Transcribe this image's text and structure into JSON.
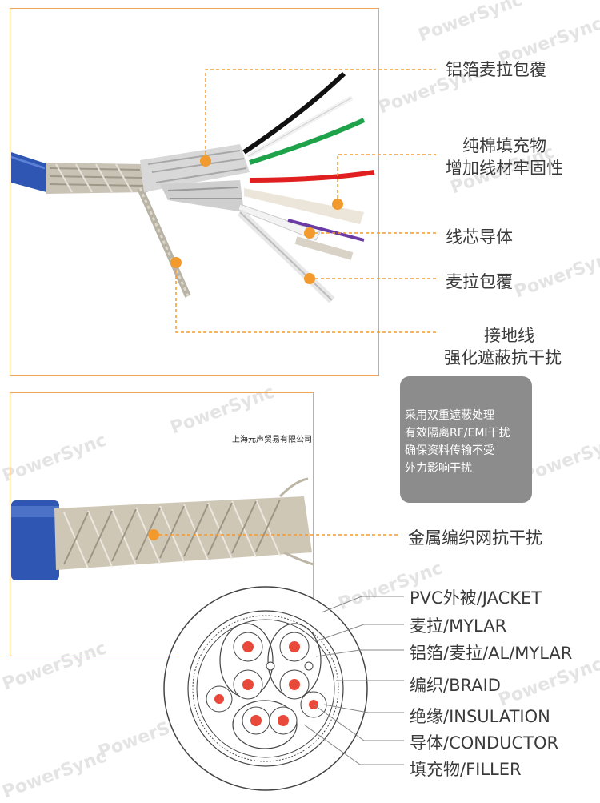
{
  "watermark": "PowerSync",
  "company_label": "上海元声贸易有限公司",
  "callouts_top": [
    {
      "text": "铝箔麦拉包覆"
    },
    {
      "text": "纯棉填充物"
    },
    {
      "text": "增加线材牢固性"
    },
    {
      "text": "线芯导体"
    },
    {
      "text": "麦拉包覆"
    },
    {
      "text": "接地线"
    },
    {
      "text": "强化遮蔽抗干扰"
    }
  ],
  "note_lines": [
    "采用双重遮蔽处理",
    "有效隔离RF/EMI干扰",
    "确保资料传输不受",
    "外力影响干扰"
  ],
  "braid_callout": "金属编织网抗干扰",
  "legend": [
    "PVC外被/JACKET",
    "麦拉/MYLAR",
    "铝箔/麦拉/AL/MYLAR",
    "编织/BRAID",
    "绝缘/INSULATION",
    "导体/CONDUCTOR",
    "填充物/FILLER"
  ],
  "colors": {
    "accent": "#f39a2e",
    "frame": "#f0a65a",
    "jacket_blue": "#2f56b3",
    "conductor_red": "#e8493a",
    "note_bg": "#8c8c8c"
  }
}
